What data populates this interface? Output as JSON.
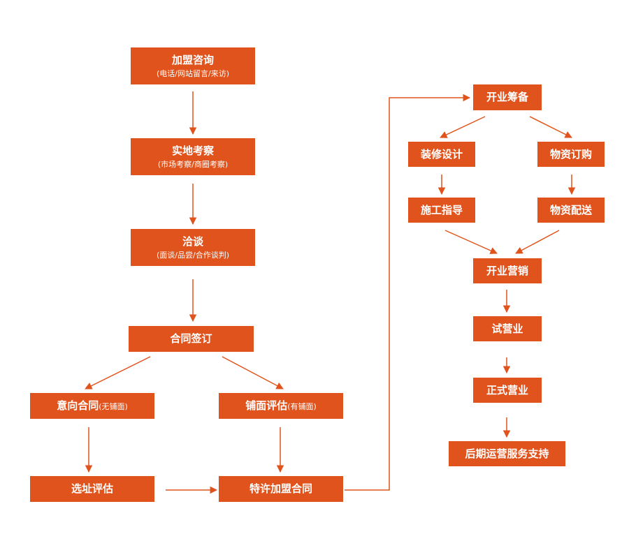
{
  "colors": {
    "node_fill": "#E0531C",
    "arrow": "#E0531C",
    "text": "#FFFFFF",
    "background": "#FFFFFF"
  },
  "nodes": {
    "consult": {
      "title": "加盟咨询",
      "sub": "(电话/网站留言/来访)"
    },
    "inspect": {
      "title": "实地考察",
      "sub": "(市场考察/商圈考察)"
    },
    "negotiate": {
      "title": "洽谈",
      "sub": "(面谈/品尝/合作谈判)"
    },
    "sign": {
      "title": "合同签订"
    },
    "intent": {
      "title": "意向合同",
      "sub": "(无铺面)"
    },
    "shop_eval": {
      "title": "铺面评估",
      "sub": "(有铺面)"
    },
    "site_eval": {
      "title": "选址评估"
    },
    "franchise": {
      "title": "特许加盟合同"
    },
    "prepare": {
      "title": "开业筹备"
    },
    "decor": {
      "title": "装修设计"
    },
    "purchase": {
      "title": "物资订购"
    },
    "construct": {
      "title": "施工指导"
    },
    "delivery": {
      "title": "物资配送"
    },
    "marketing": {
      "title": "开业营销"
    },
    "trial": {
      "title": "试营业"
    },
    "official": {
      "title": "正式营业"
    },
    "support": {
      "title": "后期运营服务支持"
    }
  }
}
